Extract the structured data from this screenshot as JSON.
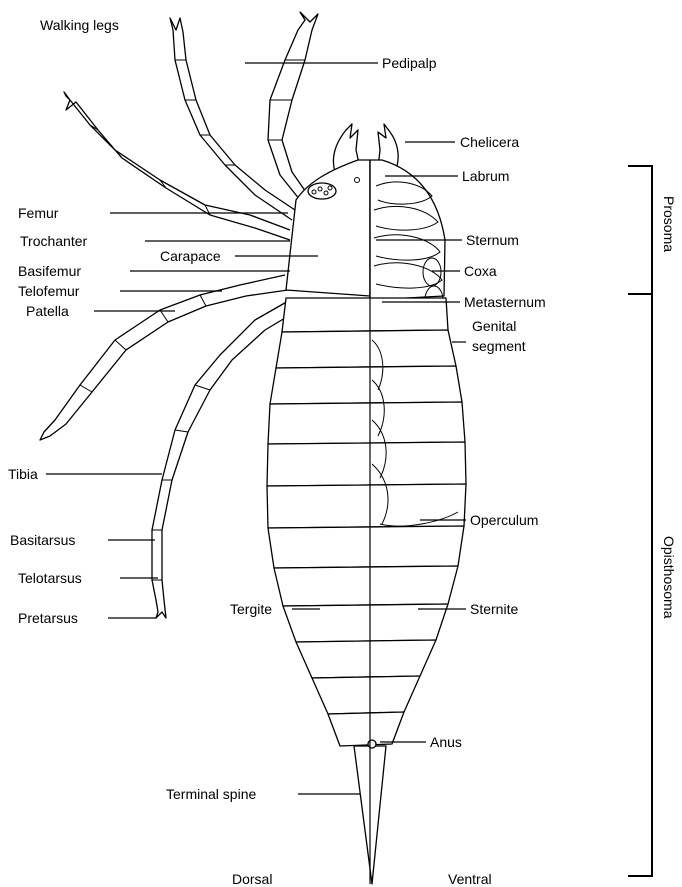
{
  "labels": {
    "walking_legs": "Walking legs",
    "pedipalp": "Pedipalp",
    "chelicera": "Chelicera",
    "labrum": "Labrum",
    "femur": "Femur",
    "trochanter": "Trochanter",
    "carapace": "Carapace",
    "sternum": "Sternum",
    "basifemur": "Basifemur",
    "coxa": "Coxa",
    "telofemur": "Telofemur",
    "metasternum": "Metasternum",
    "patella": "Patella",
    "genital_line1": "Genital",
    "genital_line2": "segment",
    "tibia": "Tibia",
    "operculum": "Operculum",
    "basitarsus": "Basitarsus",
    "telotarsus": "Telotarsus",
    "pretarsus": "Pretarsus",
    "tergite": "Tergite",
    "sternite": "Sternite",
    "anus": "Anus",
    "terminal_spine": "Terminal spine",
    "dorsal": "Dorsal",
    "ventral": "Ventral"
  },
  "sections": {
    "prosoma": "Prosoma",
    "opisthosoma": "Opisthosoma"
  },
  "colors": {
    "ink": "#000000",
    "paper": "#ffffff"
  }
}
